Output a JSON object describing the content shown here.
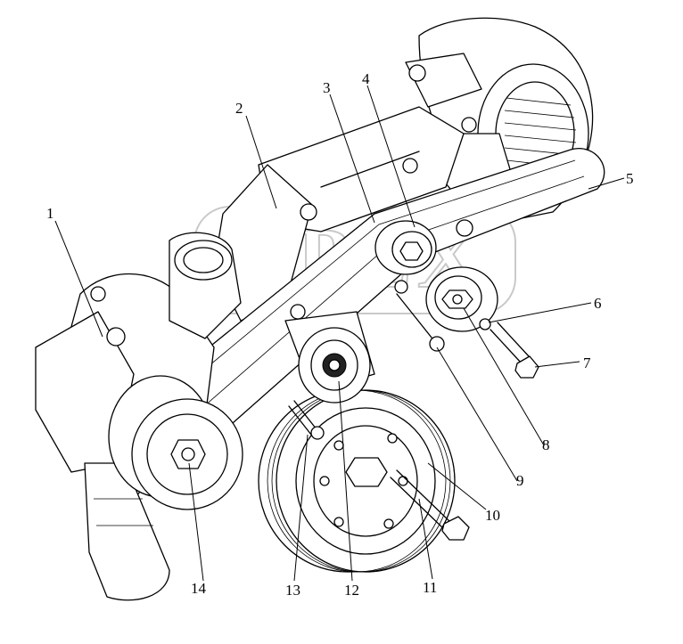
{
  "labels": [
    {
      "id": "1",
      "text": "1"
    },
    {
      "id": "2",
      "text": "2"
    },
    {
      "id": "3",
      "text": "3"
    },
    {
      "id": "4",
      "text": "4"
    },
    {
      "id": "5",
      "text": "5"
    },
    {
      "id": "6",
      "text": "6"
    },
    {
      "id": "7",
      "text": "7"
    },
    {
      "id": "8",
      "text": "8"
    },
    {
      "id": "9",
      "text": "9"
    },
    {
      "id": "10",
      "text": "10"
    },
    {
      "id": "11",
      "text": "11"
    },
    {
      "id": "12",
      "text": "12"
    },
    {
      "id": "13",
      "text": "13"
    },
    {
      "id": "14",
      "text": "14"
    }
  ],
  "watermark": {
    "text": "OPEX",
    "color": "#c9c9c9"
  }
}
